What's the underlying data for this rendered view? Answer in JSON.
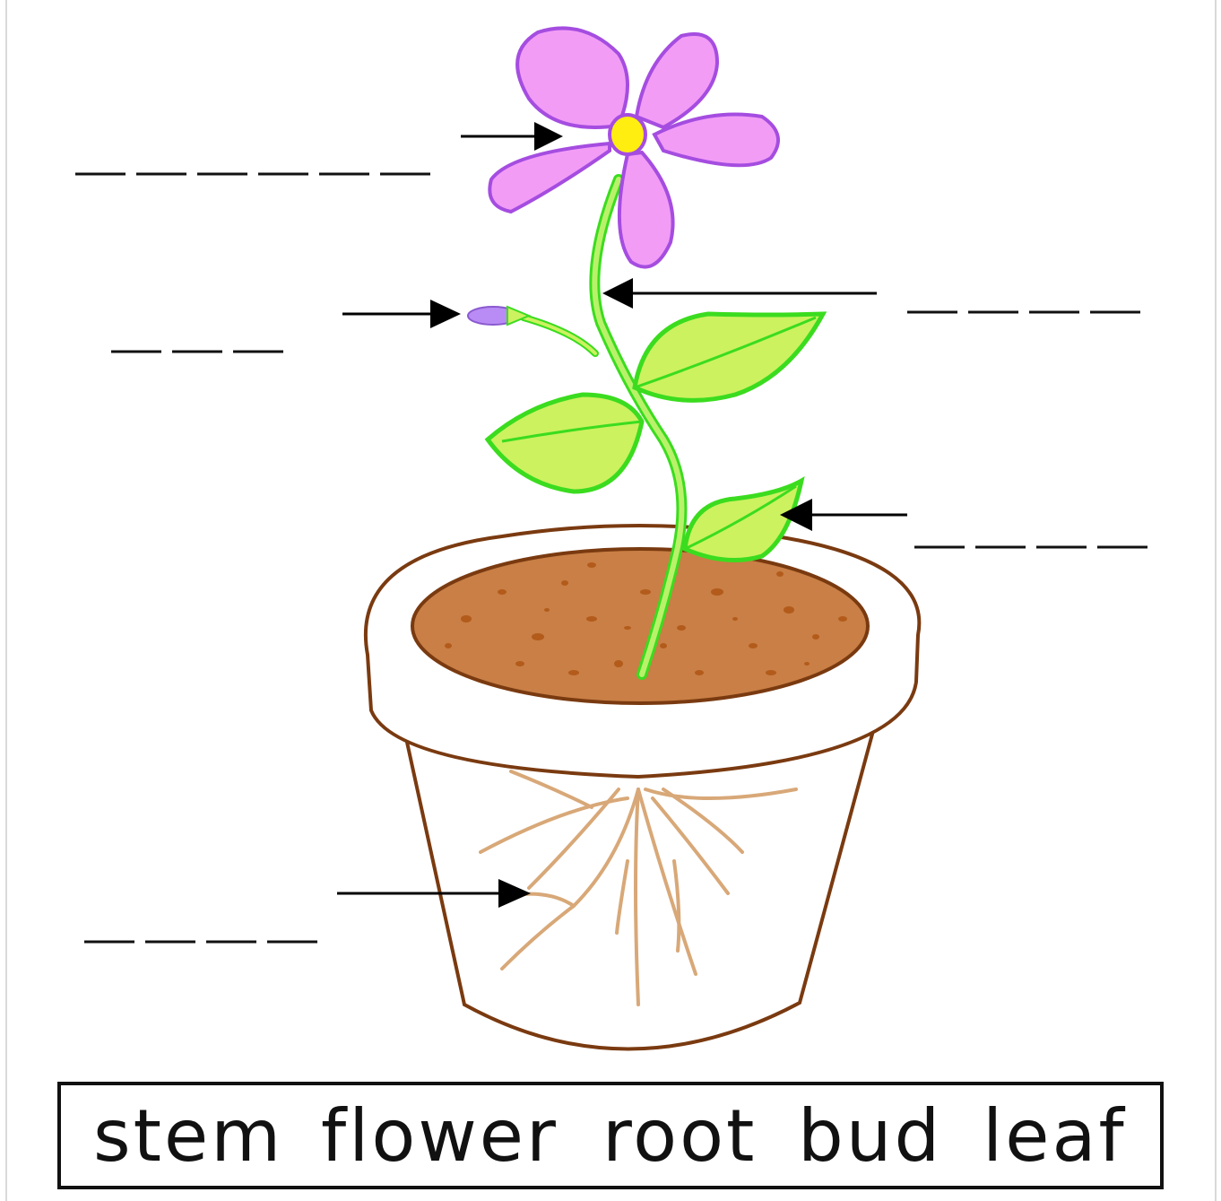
{
  "diagram": {
    "parts": [
      "flower",
      "stem",
      "bud",
      "leaf",
      "root"
    ],
    "answer_blanks": {
      "flower": "__________",
      "bud": "______",
      "stem": "________",
      "leaf": "________",
      "root": "________"
    }
  },
  "word_bank": {
    "words": [
      "stem",
      "flower",
      "root",
      "bud",
      "leaf"
    ]
  },
  "colors": {
    "petal_fill": "#f39cf6",
    "petal_outline": "#a54de0",
    "flower_center": "#ffee10",
    "stem": "#b9f26a",
    "leaf_fill": "#ccf25f",
    "leaf_outline": "#3bdc1f",
    "bud": "#b98cf5",
    "soil": "#c97f45",
    "soil_speckle": "#b35b1b",
    "pot_outline": "#7a3a10",
    "roots": "#d8a878",
    "arrow": "#000000"
  }
}
